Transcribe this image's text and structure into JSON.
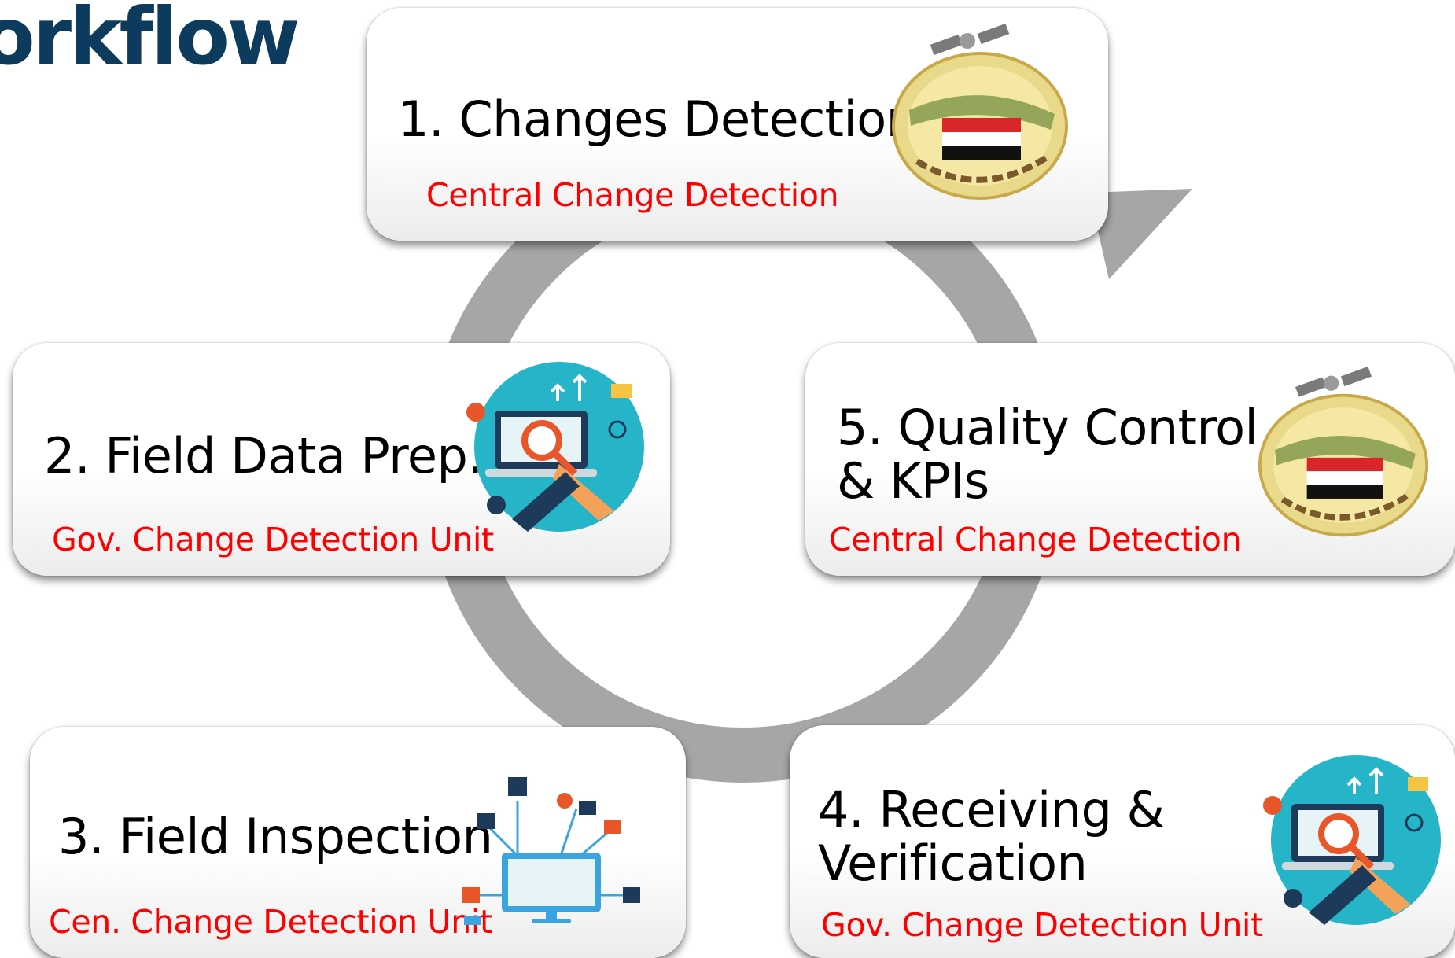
{
  "page": {
    "title": "orkflow"
  },
  "colors": {
    "title": "#0d3b5e",
    "arrow": "#a6a6a6",
    "owner_text": "#ff0000",
    "step_text": "#000000",
    "icon_teal": "#26b5c8",
    "icon_blue": "#3aa3e0"
  },
  "steps": [
    {
      "label": "1. Changes Detection",
      "owner": "Central Change Detection",
      "icon": "satellite-logo-icon"
    },
    {
      "label": "2. Field Data Prep.",
      "owner": "Gov. Change Detection Unit",
      "icon": "laptop-search-icon"
    },
    {
      "label": "3. Field Inspection",
      "owner": "Cen. Change Detection Unit",
      "icon": "monitor-network-icon"
    },
    {
      "label_line1": "4. Receiving &",
      "label_line2": "Verification",
      "owner": "Gov. Change Detection Unit",
      "icon": "laptop-search-icon"
    },
    {
      "label_line1": "5. Quality Control",
      "label_line2": "& KPIs",
      "owner": "Central Change Detection",
      "icon": "satellite-logo-icon"
    }
  ]
}
